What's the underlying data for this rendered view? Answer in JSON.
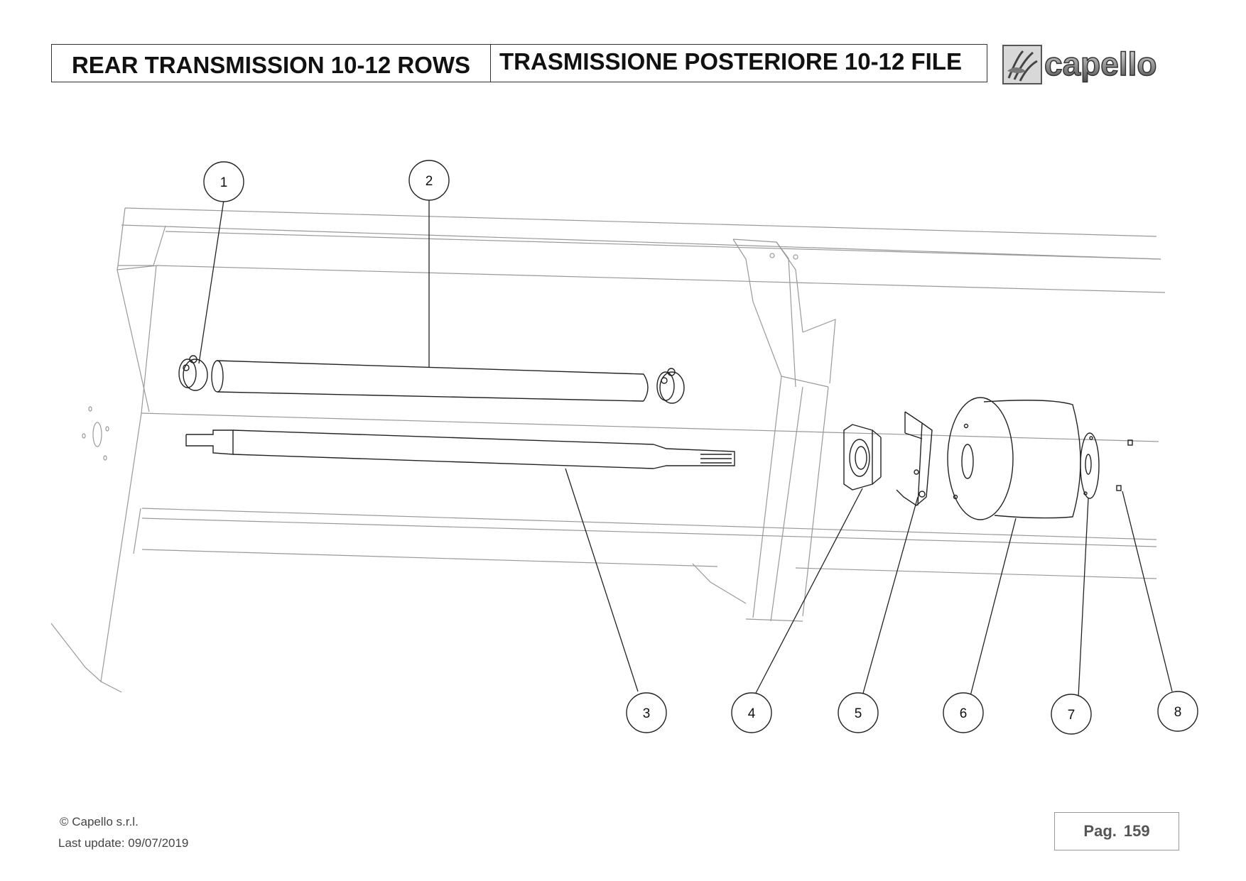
{
  "header": {
    "title_en": "REAR TRANSMISSION 10-12 ROWS",
    "title_it": "TRASMISSIONE POSTERIORE 10-12 FILE",
    "logo_text": "capello"
  },
  "callouts": [
    "1",
    "2",
    "3",
    "4",
    "5",
    "6",
    "7",
    "8"
  ],
  "footer": {
    "copyright": "© Capello s.r.l.",
    "last_update": "Last update: 09/07/2019",
    "page_label": "Pag.",
    "page_number": "159"
  }
}
